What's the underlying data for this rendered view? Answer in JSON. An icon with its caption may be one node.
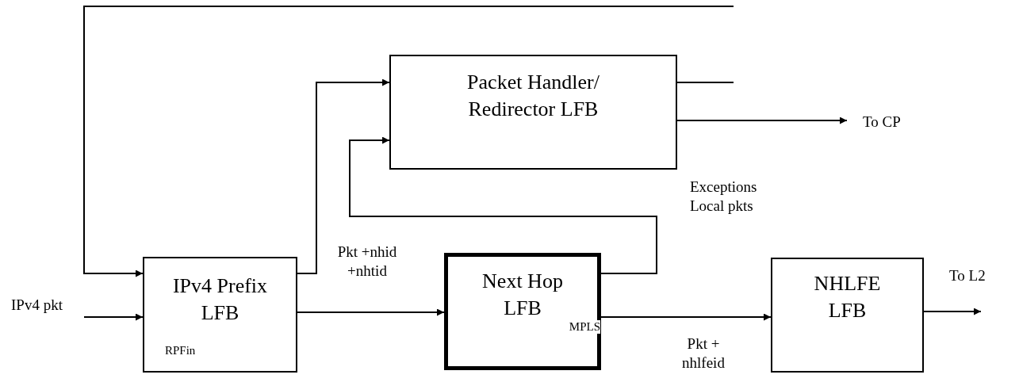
{
  "diagram": {
    "nodes": [
      {
        "text": [
          "IPv4 Prefix LFB",
          "RPFin"
        ]
      },
      {
        "text": [
          "Packet Handler/ Redirector LFB"
        ]
      },
      {
        "text": [
          "Next Hop LFB",
          "MPLS"
        ]
      },
      {
        "text": [
          "NHLFE LFB"
        ]
      }
    ],
    "edges": [
      {
        "from": null,
        "to": 0,
        "arrow": "to"
      },
      {
        "from": null,
        "to": 0,
        "arrow": "to",
        "label": "IPv4 pkt"
      },
      {
        "from": 0,
        "to": 1,
        "arrow": "to"
      },
      {
        "from": 0,
        "to": 2,
        "arrow": "to",
        "label": "Pkt +nhid +nhtid"
      },
      {
        "from": 2,
        "to": 1,
        "arrow": "to",
        "label": "Exceptions Local pkts"
      },
      {
        "from": 2,
        "to": 3,
        "arrow": "to",
        "label": "Pkt + nhlfeid"
      },
      {
        "from": 1,
        "to": null,
        "arrow": "to",
        "label": "To CP"
      },
      {
        "from": 1,
        "to": null,
        "arrow": "none"
      },
      {
        "from": 3,
        "to": null,
        "arrow": "to",
        "label": "To L2"
      }
    ]
  }
}
